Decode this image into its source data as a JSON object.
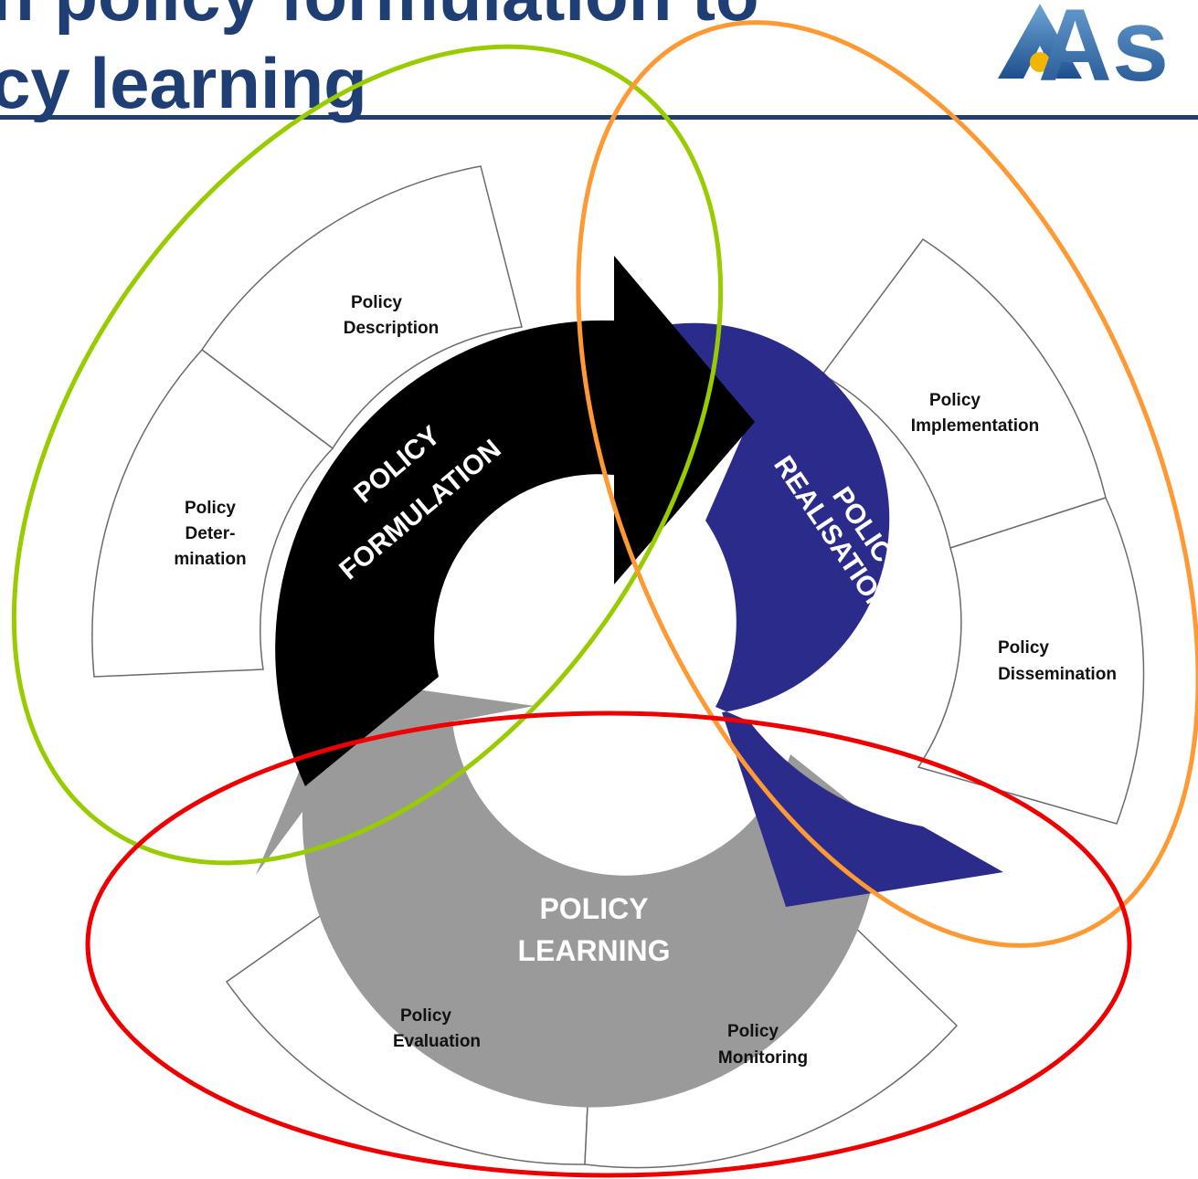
{
  "title": {
    "line1": "n policy formulation to",
    "line2": "cy learning"
  },
  "logo": {
    "text": "As",
    "icon": "logo-mark"
  },
  "cycle": {
    "formulation": {
      "line1": "POLICY",
      "line2": "FORMULATION",
      "color": "#000000"
    },
    "realisation": {
      "line1": "POLICY",
      "line2": "REALISATION",
      "color": "#2b2b8c"
    },
    "learning": {
      "line1": "POLICY",
      "line2": "LEARNING",
      "color": "#9a9a9a"
    }
  },
  "segments": {
    "description": {
      "line1": "Policy",
      "line2": "Description"
    },
    "determination": {
      "line1": "Policy",
      "line2": "Deter-",
      "line3": "mination"
    },
    "implementation": {
      "line1": "Policy",
      "line2": "Implementation"
    },
    "dissemination": {
      "line1": "Policy",
      "line2": "Dissemination"
    },
    "evaluation": {
      "line1": "Policy",
      "line2": "Evaluation"
    },
    "monitoring": {
      "line1": "Policy",
      "line2": "Monitoring"
    }
  },
  "highlight_colors": {
    "formulation": "#99cc00",
    "realisation": "#ff9933",
    "learning": "#ee0000"
  }
}
